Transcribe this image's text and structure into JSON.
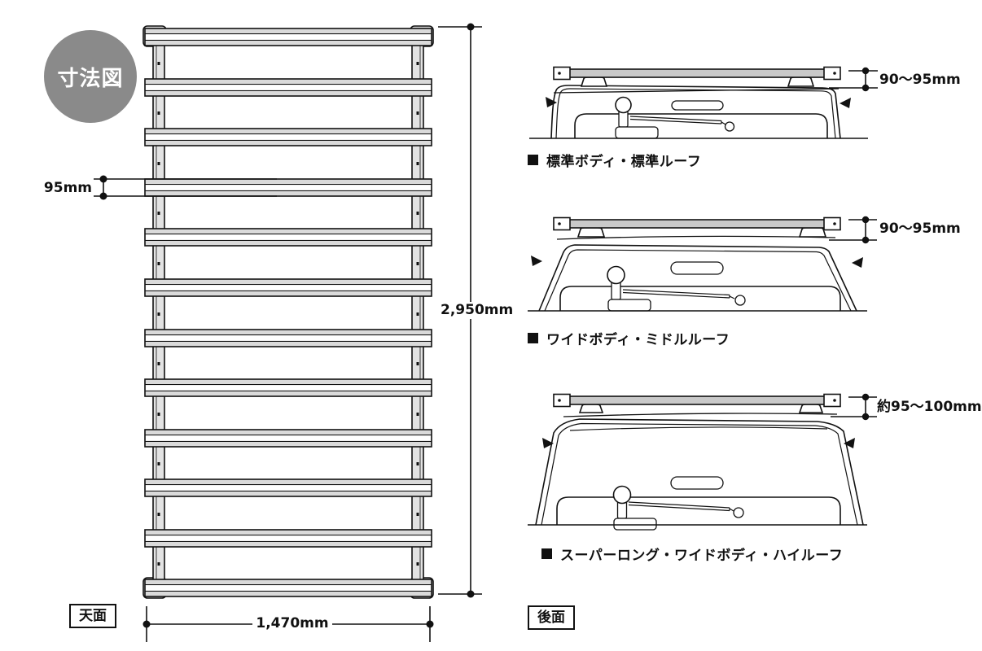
{
  "badge": {
    "label": "寸法図"
  },
  "top_view": {
    "caption": "天面",
    "dim_bar_width": "95mm",
    "dim_length": "2,950mm",
    "dim_width": "1,470mm",
    "bar_count": 12
  },
  "rear_view": {
    "caption": "後面",
    "variants": [
      {
        "label": "標準ボディ・標準ルーフ",
        "clearance": "90〜95mm"
      },
      {
        "label": "ワイドボディ・ミドルルーフ",
        "clearance": "90〜95mm"
      },
      {
        "label": "スーパーロング・ワイドボディ・ハイルーフ",
        "clearance": "約95〜100mm"
      }
    ]
  },
  "colors": {
    "line": "#111111",
    "bar_fill": "#dadada",
    "badge_gray": "#8a8a8a"
  }
}
